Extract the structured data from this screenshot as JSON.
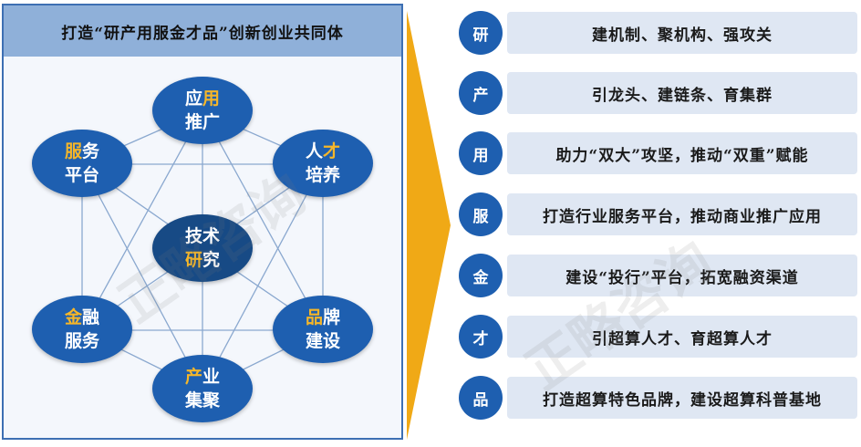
{
  "left": {
    "title": "打造“研产用服金才品”创新创业共同体",
    "nodes": {
      "top": {
        "l1a": "应",
        "l1b": "用",
        "l2": "推广"
      },
      "upper_right": {
        "l1a": "人",
        "l1b": "才",
        "l2": "培养"
      },
      "lower_right": {
        "l1a": "品",
        "l1b": "牌",
        "l2": "建设"
      },
      "bottom": {
        "l1a": "产",
        "l1b": "业",
        "l2": "集聚"
      },
      "lower_left": {
        "l1a": "金",
        "l1b": "融",
        "l2": "服务"
      },
      "upper_left": {
        "l1a": "服",
        "l1b": "务",
        "l2": "平台"
      },
      "center": {
        "l1": "技术",
        "l2a": "研",
        "l2b": "究"
      }
    }
  },
  "rows": [
    {
      "key": "研",
      "text": "建机制、聚机构、强攻关"
    },
    {
      "key": "产",
      "text": "引龙头、建链条、育集群"
    },
    {
      "key": "用",
      "text": "助力“双大”攻坚，推动“双重”赋能"
    },
    {
      "key": "服",
      "text": "打造行业服务平台，推动商业推广应用"
    },
    {
      "key": "金",
      "text": "建设“投行”平台，拓宽融资渠道"
    },
    {
      "key": "才",
      "text": "引超算人才、育超算人才"
    },
    {
      "key": "品",
      "text": "打造超算特色品牌，建设超算科普基地"
    }
  ],
  "watermark": "正略咨询",
  "colors": {
    "node": "#1e5fb0",
    "highlight": "#f5b629",
    "arrow": "#f0a916",
    "title_bg": "#8fb0d9"
  }
}
